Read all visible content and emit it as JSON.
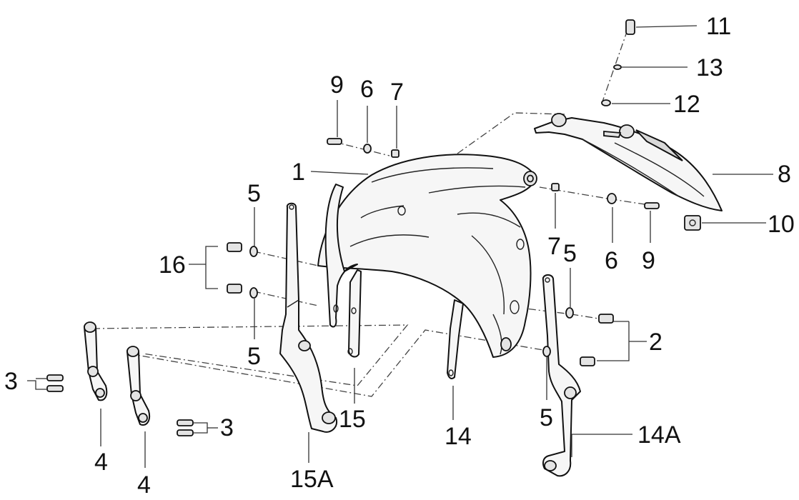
{
  "callouts": {
    "c1": "1",
    "c2": "2",
    "c3_left": "3",
    "c3_right": "3",
    "c4_left": "4",
    "c4_right": "4",
    "c5_top": "5",
    "c5_mid": "5",
    "c5_right_top": "5",
    "c5_right_bottom": "5",
    "c6_top": "6",
    "c6_right": "6",
    "c7_top": "7",
    "c7_right": "7",
    "c8": "8",
    "c9_top": "9",
    "c9_right": "9",
    "c10": "10",
    "c11": "11",
    "c12": "12",
    "c13": "13",
    "c14": "14",
    "c14a": "14A",
    "c15": "15",
    "c15a": "15A",
    "c16": "16"
  }
}
